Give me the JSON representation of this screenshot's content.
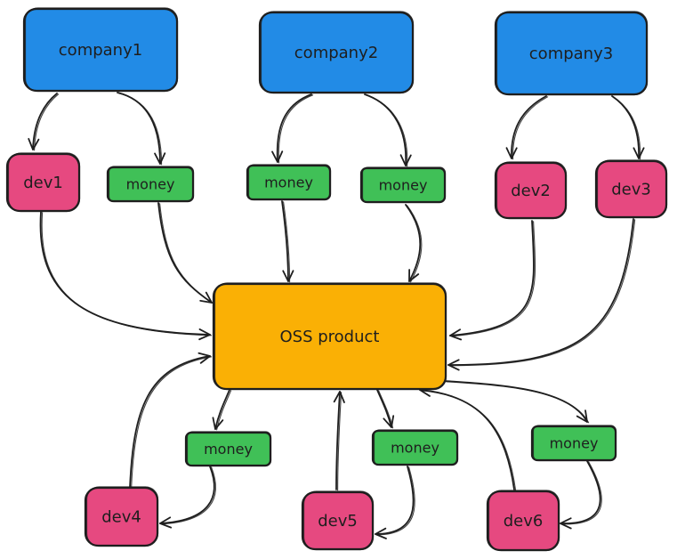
{
  "colors": {
    "company": "#228be6",
    "dev": "#e64980",
    "money": "#40c057",
    "product": "#fab005",
    "stroke": "#1e1e1e"
  },
  "nodes": {
    "company1": {
      "label": "company1",
      "kind": "company"
    },
    "company2": {
      "label": "company2",
      "kind": "company"
    },
    "company3": {
      "label": "company3",
      "kind": "company"
    },
    "dev1": {
      "label": "dev1",
      "kind": "dev"
    },
    "dev2": {
      "label": "dev2",
      "kind": "dev"
    },
    "dev3": {
      "label": "dev3",
      "kind": "dev"
    },
    "dev4": {
      "label": "dev4",
      "kind": "dev"
    },
    "dev5": {
      "label": "dev5",
      "kind": "dev"
    },
    "dev6": {
      "label": "dev6",
      "kind": "dev"
    },
    "money1": {
      "label": "money",
      "kind": "money"
    },
    "money2": {
      "label": "money",
      "kind": "money"
    },
    "money3": {
      "label": "money",
      "kind": "money"
    },
    "money4": {
      "label": "money",
      "kind": "money"
    },
    "money5": {
      "label": "money",
      "kind": "money"
    },
    "money6": {
      "label": "money",
      "kind": "money"
    },
    "money7": {
      "label": "money",
      "kind": "money"
    },
    "product": {
      "label": "OSS product",
      "kind": "product"
    }
  },
  "edges": [
    {
      "from": "company1",
      "to": "dev1"
    },
    {
      "from": "company1",
      "to": "money1"
    },
    {
      "from": "company2",
      "to": "money2"
    },
    {
      "from": "company2",
      "to": "money3"
    },
    {
      "from": "company3",
      "to": "dev2"
    },
    {
      "from": "company3",
      "to": "dev3"
    },
    {
      "from": "dev1",
      "to": "product"
    },
    {
      "from": "money1",
      "to": "product"
    },
    {
      "from": "money2",
      "to": "product"
    },
    {
      "from": "money3",
      "to": "product"
    },
    {
      "from": "dev2",
      "to": "product"
    },
    {
      "from": "dev3",
      "to": "product"
    },
    {
      "from": "dev4",
      "to": "product"
    },
    {
      "from": "product",
      "to": "money4"
    },
    {
      "from": "money4",
      "to": "dev4"
    },
    {
      "from": "dev5",
      "to": "product"
    },
    {
      "from": "product",
      "to": "money5"
    },
    {
      "from": "money5",
      "to": "dev5"
    },
    {
      "from": "dev6",
      "to": "product"
    },
    {
      "from": "product",
      "to": "money6"
    },
    {
      "from": "money6",
      "to": "dev6"
    }
  ]
}
